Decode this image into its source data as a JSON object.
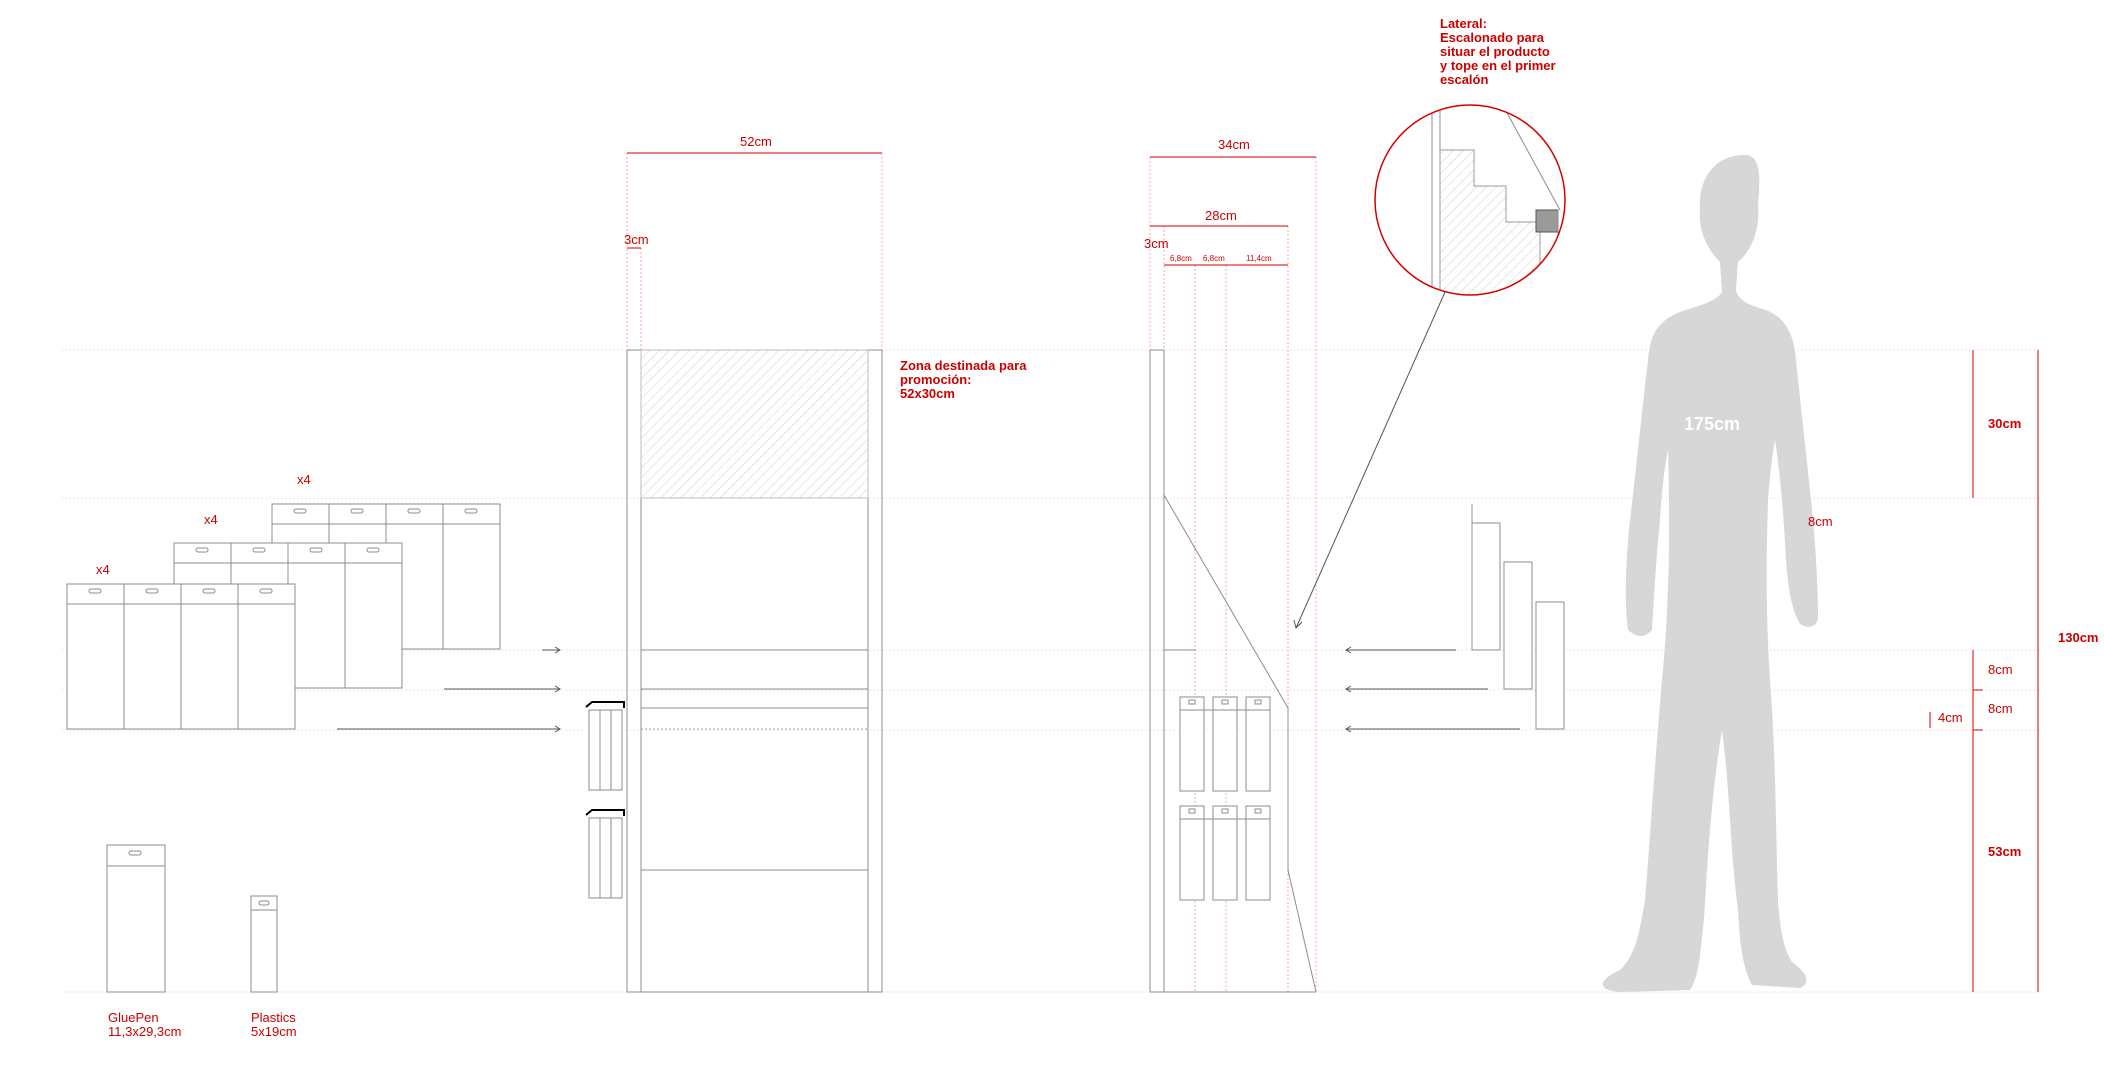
{
  "title": {
    "zone_title": "Zona destinada para",
    "zone_line2": "promoción:",
    "zone_line3": "52x30cm"
  },
  "callout": {
    "line1": "Lateral:",
    "line2": "Escalonado para",
    "line3": "situar el producto",
    "line4": "y tope en el primer",
    "line5": "escalón"
  },
  "front": {
    "width_label": "52cm",
    "side_label": "3cm"
  },
  "side": {
    "width_label": "34cm",
    "inner_label": "28cm",
    "side_label": "3cm",
    "sub1": "6,8cm",
    "sub2": "6,8cm",
    "sub3": "11,4cm"
  },
  "counts": {
    "row1": "x4",
    "row2": "x4",
    "row3": "x4"
  },
  "products": {
    "gluepen_name": "GluePen",
    "gluepen_size": "11,3x29,3cm",
    "plastics_name": "Plastics",
    "plastics_size": "5x19cm"
  },
  "human": {
    "height_label": "175cm"
  },
  "heights": {
    "top": "30cm",
    "step": "8cm",
    "s1": "8cm",
    "s2": "8cm",
    "s3": "4cm",
    "bottom": "53cm",
    "total": "130cm"
  },
  "colors": {
    "annotation": "#cc0000",
    "lines": "#8c8c8c",
    "silhouette": "#d7d7d7"
  }
}
